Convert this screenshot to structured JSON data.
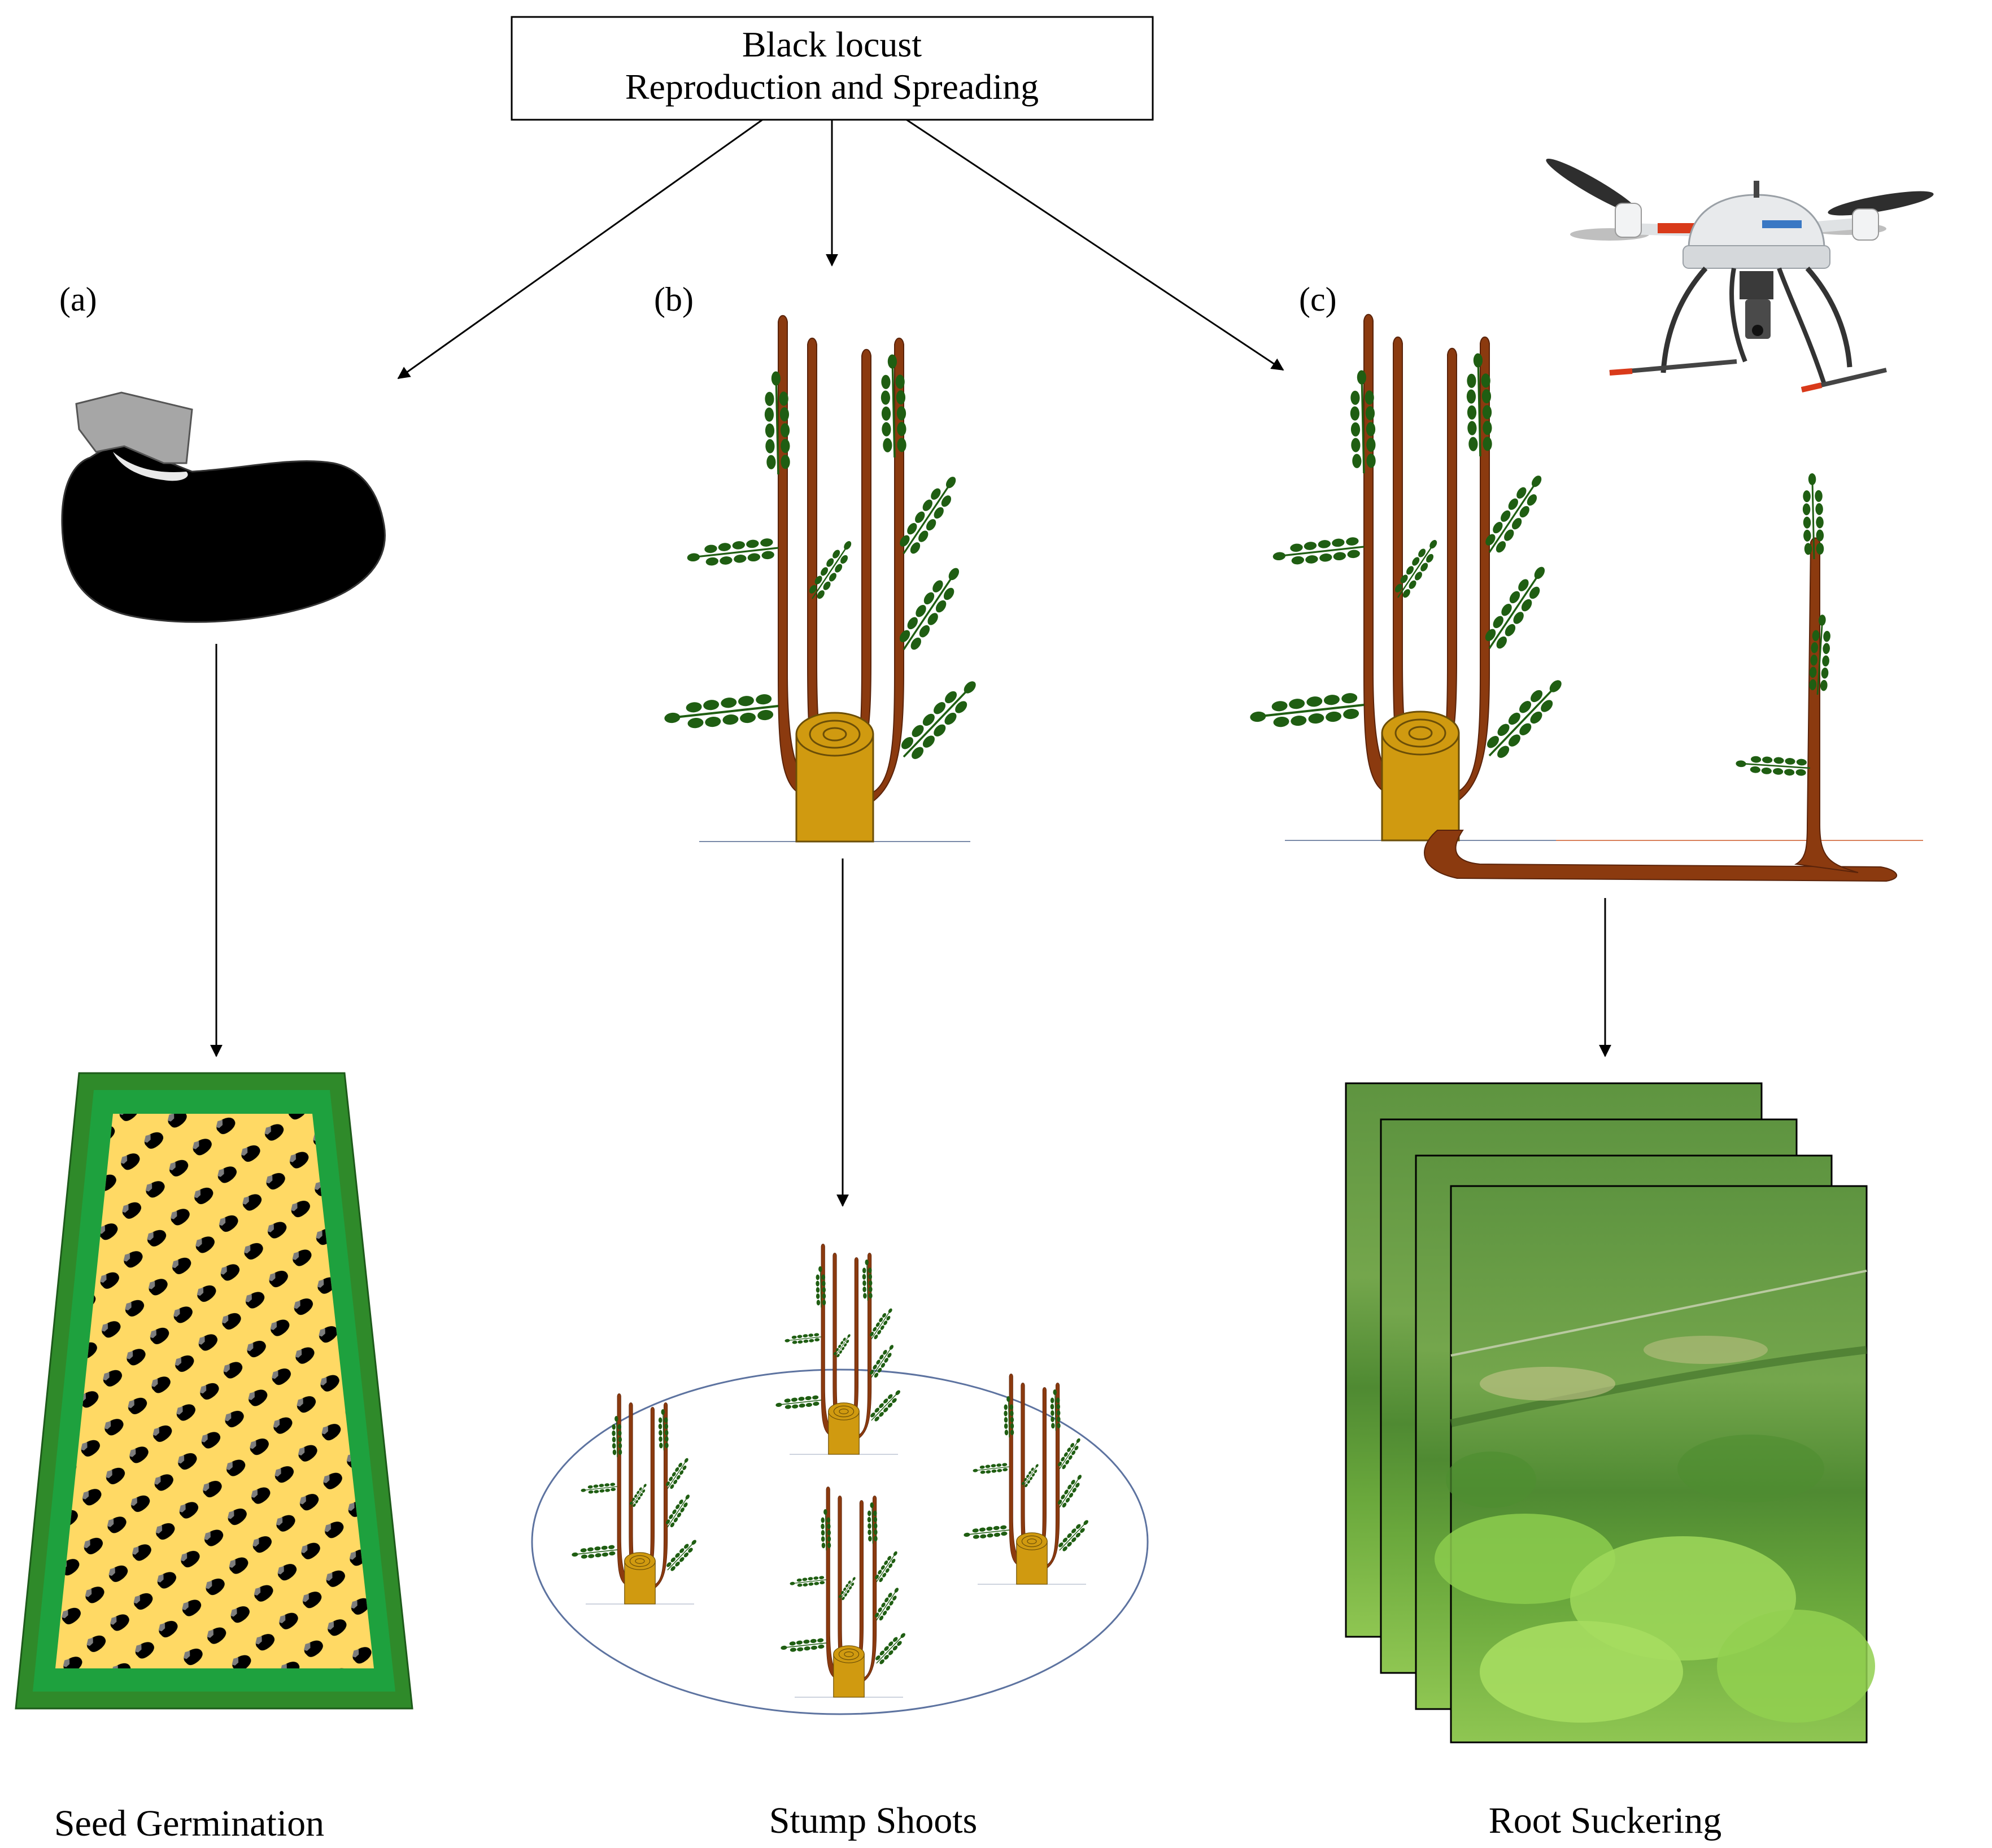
{
  "title": {
    "line1": "Black locust",
    "line2": "Reproduction and Spreading"
  },
  "panels": [
    {
      "label": "(a)",
      "caption": "Seed Germination"
    },
    {
      "label": "(b)",
      "caption": "Stump Shoots"
    },
    {
      "label": "(c)",
      "caption": "Root Suckering"
    }
  ],
  "colors": {
    "stem": "#8b3a0f",
    "leaf": "#1f5e12",
    "stump": "#d09a10",
    "seed": "#000000",
    "seed_cap": "#a6a6a6",
    "field_outer": "#2f8a2a",
    "field_mid": "#1ea13e",
    "field_inner": "#ffd964",
    "drone_body": "#e8eaec",
    "drone_accent": "#d93a1a"
  },
  "icons": [
    "seed-icon",
    "drone-icon",
    "aerial-photo-stack"
  ]
}
